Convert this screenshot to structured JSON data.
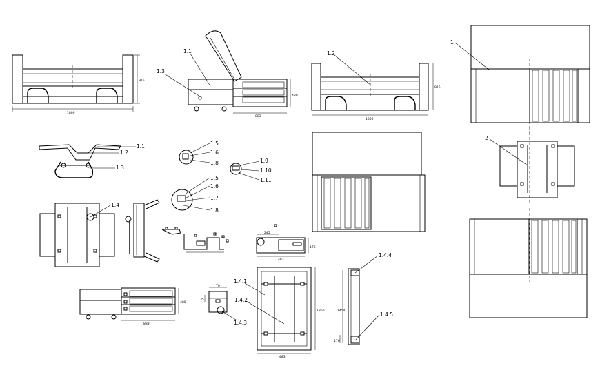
{
  "callouts": {
    "c1_1_a": "1.1",
    "c1_3_a": "1.3",
    "c1_2_a": "1.2",
    "c1": "1",
    "c1_1_b": "1.1",
    "c1_2_b": "1.2",
    "c1_3_b": "1.3",
    "c1_5_a": "1.5",
    "c1_6_a": "1.6",
    "c1_8_a": "1.8",
    "c1_9": "1.9",
    "c1_10": "1.10",
    "c1_11": "1.11",
    "c1_5_b": "1.5",
    "c1_6_b": "1.6",
    "c1_7": "1.7",
    "c1_8_b": "1.8",
    "c2": "2",
    "c1_4": "1.4",
    "c1_4_1": "1.4.1",
    "c1_4_2": "1.4.2",
    "c1_4_3": "1.4.3",
    "c1_4_4": "1.4.4",
    "c1_4_5": "1.4.5"
  },
  "dims": {
    "d_1800_a": "1800",
    "d_915_a": "915",
    "d_883": "883",
    "d_480_a": "480",
    "d_1800_b": "1800",
    "d_915_b": "915",
    "d_883_b": "883",
    "d_480_b": "480",
    "d_245": "245",
    "d_483": "483",
    "d_176": "176",
    "d_1860": "1860",
    "d_483_b": "483",
    "d_1454": "1454",
    "d_176_b": "176",
    "d_70": "70",
    "d_35": "35"
  }
}
